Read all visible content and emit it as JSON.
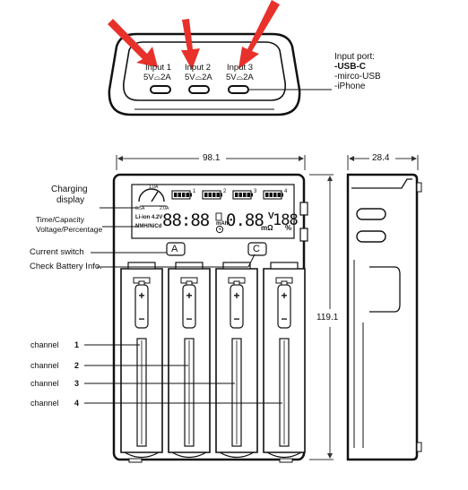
{
  "top_view": {
    "inputs": [
      {
        "name": "Input 1",
        "spec": "5V⌓2A"
      },
      {
        "name": "Input 2",
        "spec": "5V⌓2A"
      },
      {
        "name": "Input 3",
        "spec": "5V⌓2A"
      }
    ],
    "port_note": {
      "title": "Input port:",
      "primary": "-USB-C",
      "others": [
        "-mirco-USB",
        "-iPhone"
      ]
    },
    "arrow_color": "#e8312a"
  },
  "front_view": {
    "width_dim": "98.1",
    "height_dim": "119.1",
    "buttons": [
      "A",
      "C"
    ],
    "lcd": {
      "mode_a": "Li-ion 4.2V",
      "mode_b": "NMH/NiCd",
      "digits_a": "88:88",
      "unit_a": "mAh",
      "digits_b": "0.88",
      "unit_b_top": "V",
      "unit_b": "mΩ",
      "digits_c": "188",
      "unit_c": "%",
      "gauge_low": "0.5A",
      "gauge_mid": "1.0A",
      "gauge_high": "2.0A",
      "slots": [
        "1",
        "2",
        "3",
        "4"
      ]
    }
  },
  "side_view": {
    "depth_dim": "28.4"
  },
  "callouts": {
    "charging_display": [
      "Charging",
      "display"
    ],
    "time_capacity": [
      "Time/Capacity",
      "Voltage/Percentage"
    ],
    "current_switch": "Current  switch",
    "check_battery": "Check Battery Info.",
    "channel_word": "channel",
    "channels": [
      "1",
      "2",
      "3",
      "4"
    ]
  }
}
